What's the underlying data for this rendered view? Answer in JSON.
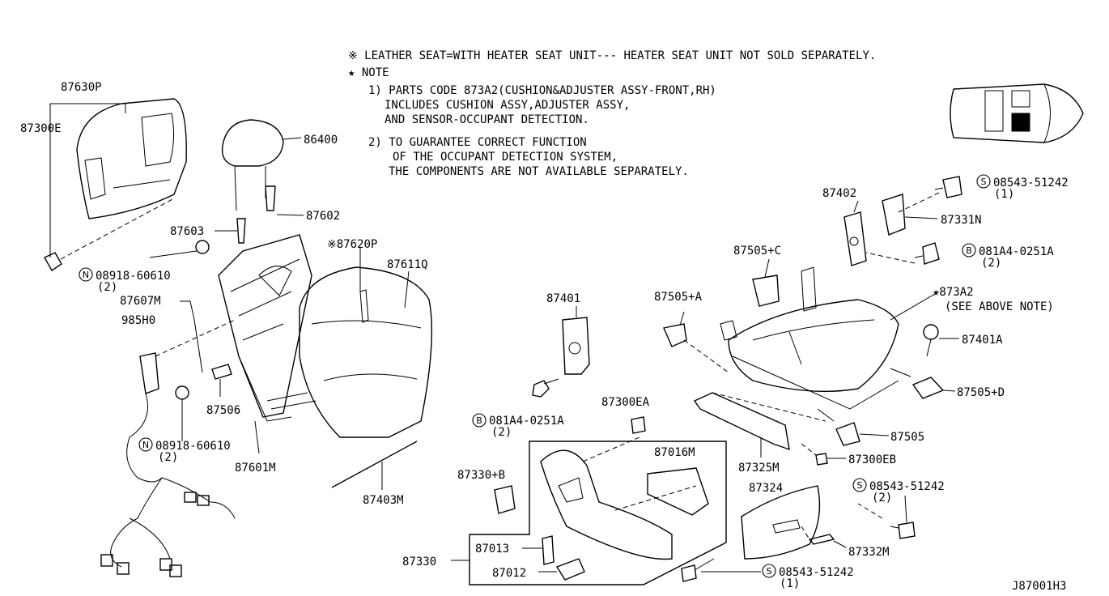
{
  "notes": {
    "star_leather": "※ LEATHER SEAT=WITH HEATER SEAT UNIT--- HEATER SEAT UNIT NOT SOLD SEPARATELY.",
    "star_note": "★ NOTE",
    "note1_line1": "1) PARTS CODE 873A2(CUSHION&ADJUSTER ASSY-FRONT,RH)",
    "note1_line2": "INCLUDES CUSHION ASSY,ADJUSTER ASSY,",
    "note1_line3": "AND SENSOR-OCCUPANT DETECTION.",
    "note2_line1": "2) TO GUARANTEE CORRECT FUNCTION",
    "note2_line2": "OF THE OCCUPANT DETECTION SYSTEM,",
    "note2_line3": "THE COMPONENTS ARE NOT AVAILABLE SEPARATELY."
  },
  "parts": {
    "p87630P": "87630P",
    "p87300E": "87300E",
    "p86400": "86400",
    "p87602": "87602",
    "p87603": "87603",
    "p87620P": "※87620P",
    "p87611Q": "87611Q",
    "p08918_60610_a": "08918-60610",
    "p08918_60610_a_qty": "(2)",
    "p87607M": "87607M",
    "p985H0": "985H0",
    "p87506": "87506",
    "p08918_60610_b": "08918-60610",
    "p08918_60610_b_qty": "(2)",
    "p87601M": "87601M",
    "p87403M": "87403M",
    "p87401": "87401",
    "p081A4_0251A_a": "081A4-0251A",
    "p081A4_0251A_a_qty": "(2)",
    "p87300EA": "87300EA",
    "p87016M": "87016M",
    "p87330B": "87330+B",
    "p87013": "87013",
    "p87012": "87012",
    "p87330": "87330",
    "p87505A": "87505+A",
    "p87505C": "87505+C",
    "p87402": "87402",
    "p08543_51242_a": "08543-51242",
    "p08543_51242_a_qty": "(1)",
    "p87331N": "87331N",
    "p081A4_0251A_b": "081A4-0251A",
    "p081A4_0251A_b_qty": "(2)",
    "p873A2": "★873A2",
    "p873A2_note": "(SEE ABOVE NOTE)",
    "p87401A": "87401A",
    "p87505D": "87505+D",
    "p87505": "87505",
    "p87300EB": "87300EB",
    "p87325M": "87325M",
    "p87324": "87324",
    "p08543_51242_b": "08543-51242",
    "p08543_51242_b_qty": "(2)",
    "p87332M": "87332M",
    "p08543_51242_c": "08543-51242",
    "p08543_51242_c_qty": "(1)"
  },
  "prefixes": {
    "N": "N",
    "B": "B",
    "S": "S"
  },
  "diagram_code": "J87001H3"
}
